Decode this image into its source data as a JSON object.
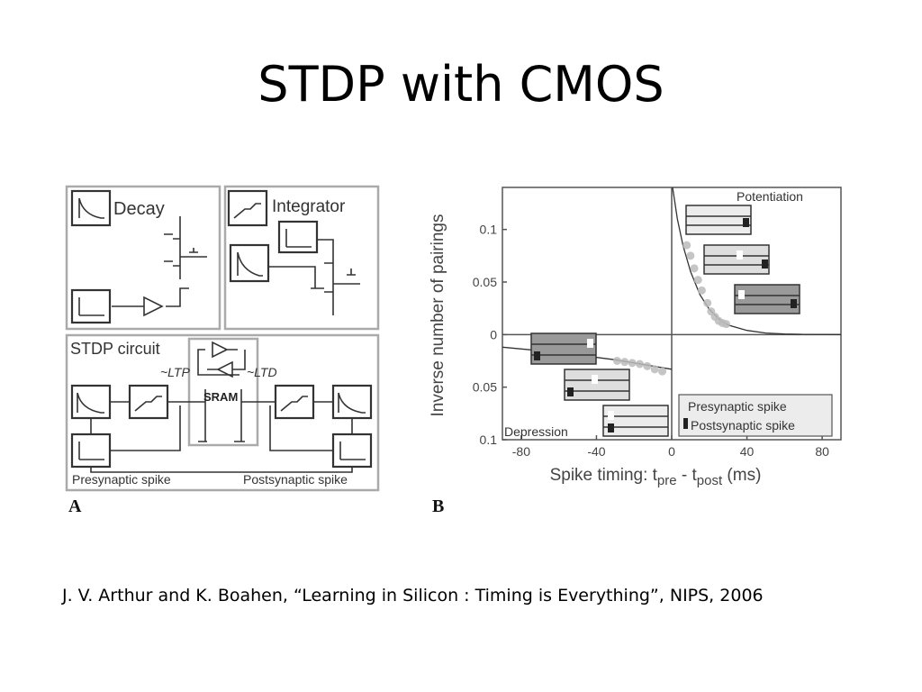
{
  "slide": {
    "title": "STDP with CMOS",
    "citation": "J. V. Arthur and K. Boahen, “Learning in Silicon : Timing is Everything”, NIPS, 2006"
  },
  "figure_a": {
    "letter": "A",
    "decay_label": "Decay",
    "integrator_label": "Integrator",
    "stdp_label": "STDP circuit",
    "ltp_label": "~LTP",
    "ltd_label": "~LTD",
    "sram_label": "SRAM",
    "pre_label": "Presynaptic spike",
    "post_label": "Postsynaptic spike"
  },
  "figure_b": {
    "letter": "B",
    "potentiation_label": "Potentiation",
    "depression_label": "Depression",
    "legend_pre": "Presynaptic spike",
    "legend_post": "Postsynaptic spike"
  },
  "chart_data": {
    "type": "scatter",
    "xlabel_main": "Spike timing: t",
    "xlabel_sub1": "pre",
    "xlabel_mid": " - t",
    "xlabel_sub2": "post",
    "xlabel_unit": " (ms)",
    "ylabel": "Inverse number of pairings",
    "xlim": [
      -90,
      90
    ],
    "ylim": [
      -0.1,
      0.14
    ],
    "xticks": [
      -80,
      -40,
      0,
      40,
      80
    ],
    "xtick_labels": [
      "-80",
      "-40",
      "0",
      "40",
      "80"
    ],
    "yticks": [
      0.1,
      0.05,
      0,
      -0.05,
      -0.1
    ],
    "ytick_labels": [
      "0.1",
      "0.05",
      "0",
      "0.05",
      "0.1"
    ],
    "grid": false,
    "series": [
      {
        "points_x": [
          8,
          10,
          12,
          14,
          16,
          19,
          21,
          23,
          25,
          27,
          29,
          -5,
          -9,
          -13,
          -17,
          -21,
          -25,
          -29
        ],
        "points_y": [
          0.085,
          0.075,
          0.063,
          0.052,
          0.042,
          0.03,
          0.022,
          0.017,
          0.013,
          0.011,
          0.01,
          -0.035,
          -0.033,
          -0.03,
          -0.028,
          -0.027,
          -0.026,
          -0.025
        ]
      }
    ],
    "fit_pos_x": [
      0.5,
      3,
      6,
      10,
      15,
      20,
      25,
      30,
      40,
      50,
      60,
      70,
      80,
      90
    ],
    "fit_pos_y": [
      0.14,
      0.11,
      0.085,
      0.06,
      0.038,
      0.024,
      0.015,
      0.009,
      0.004,
      0.0015,
      0.0006,
      0.0002,
      0.0001,
      0.0
    ],
    "fit_neg_x": [
      -90,
      -60,
      -30,
      0
    ],
    "fit_neg_y": [
      -0.012,
      -0.017,
      -0.024,
      -0.033
    ]
  }
}
